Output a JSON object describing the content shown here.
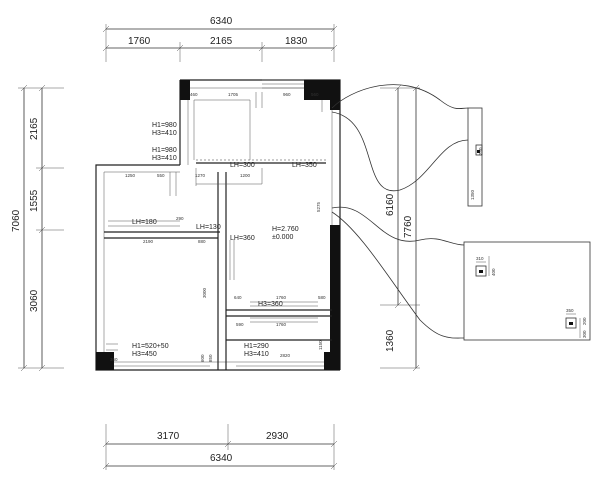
{
  "dimensions": {
    "top_total": "6340",
    "top_segments": [
      "1760",
      "2165",
      "1830"
    ],
    "bottom_total": "6340",
    "bottom_segments": [
      "3170",
      "2930"
    ],
    "left_total": "7060",
    "left_segments": [
      "2165",
      "1555",
      "3060"
    ],
    "right_a": "6160",
    "right_b": "7760",
    "right_c": "1360"
  },
  "annotations": {
    "h1_980_a": "H1=980",
    "h3_410_a": "H3=410",
    "h1_980_b": "H1=980",
    "h3_410_b": "H3=410",
    "lh300": "LH=300",
    "lh350": "LH=350",
    "lh180": "LH=180",
    "lh130": "LH=130",
    "lh360": "LH=360",
    "elev_h": "H=2.760",
    "elev_0": "±0.000",
    "h3_360": "H3=360",
    "h1_520": "H1=520+50",
    "h3_450": "H3=450",
    "h1_290": "H1=290",
    "h3_410_c": "H3=410"
  },
  "small_dims": {
    "d460": "460",
    "d1705": "1705",
    "d960": "960",
    "d560": "560",
    "d1250": "1250",
    "d550": "550",
    "d1270": "1270",
    "d1200": "1200",
    "d2190": "2190",
    "d880": "880",
    "d290": "290",
    "d5275": "5275",
    "d640": "640",
    "d1760a": "1760",
    "d580": "580",
    "d590": "590",
    "d1760b": "1760",
    "d2820": "2820",
    "d360": "360",
    "d600": "600",
    "d850": "850",
    "d3000": "3000",
    "d1150": "1150"
  },
  "detail_dims": {
    "ea": "1350",
    "eb": "250",
    "ec": "310",
    "ed": "400",
    "ee": "350",
    "ef": "300",
    "eg": "200"
  }
}
